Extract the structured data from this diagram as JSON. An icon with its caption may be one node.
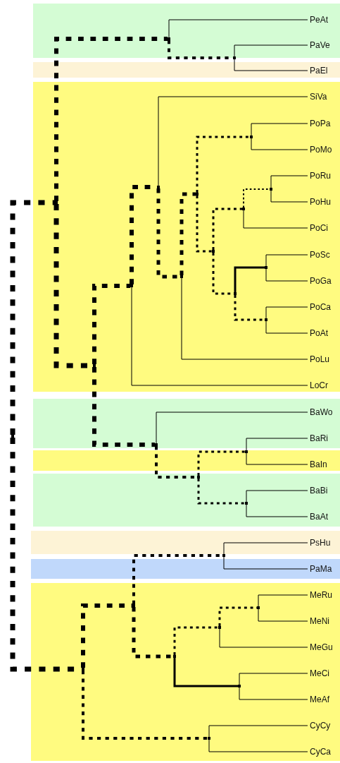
{
  "diagram": {
    "nodes": [
      {
        "text": [
          "PeAt"
        ]
      },
      {
        "text": [
          "PaVe"
        ]
      },
      {
        "text": [
          "PaEl"
        ]
      },
      {
        "text": [
          "SiVa"
        ]
      },
      {
        "text": [
          "PoPa"
        ]
      },
      {
        "text": [
          "PoMo"
        ]
      },
      {
        "text": [
          "PoRu"
        ]
      },
      {
        "text": [
          "PoHu"
        ]
      },
      {
        "text": [
          "PoCi"
        ]
      },
      {
        "text": [
          "PoSc"
        ]
      },
      {
        "text": [
          "PoGa"
        ]
      },
      {
        "text": [
          "PoCa"
        ]
      },
      {
        "text": [
          "PoAt"
        ]
      },
      {
        "text": [
          "PoLu"
        ]
      },
      {
        "text": [
          "LoCr"
        ]
      },
      {
        "text": [
          "BaWo"
        ]
      },
      {
        "text": [
          "BaRi"
        ]
      },
      {
        "text": [
          "BaIn"
        ]
      },
      {
        "text": [
          "BaBi"
        ]
      },
      {
        "text": [
          "BaAt"
        ]
      },
      {
        "text": [
          "PsHu"
        ]
      },
      {
        "text": [
          "PaMa"
        ]
      },
      {
        "text": [
          "MeRu"
        ]
      },
      {
        "text": [
          "MeNi"
        ]
      },
      {
        "text": [
          "MeGu"
        ]
      },
      {
        "text": [
          "MeCi"
        ]
      },
      {
        "text": [
          "MeAf"
        ]
      },
      {
        "text": [
          "CyCy"
        ]
      },
      {
        "text": [
          "CyCa"
        ]
      },
      {
        "text": [],
        "shape": "point"
      },
      {
        "text": [],
        "shape": "point"
      },
      {
        "text": [],
        "shape": "point"
      },
      {
        "text": [],
        "shape": "point"
      },
      {
        "text": [],
        "shape": "point"
      },
      {
        "text": [],
        "shape": "point"
      },
      {
        "text": [],
        "shape": "point"
      },
      {
        "text": [],
        "shape": "point"
      },
      {
        "text": [],
        "shape": "point"
      },
      {
        "text": [],
        "shape": "point"
      },
      {
        "text": [],
        "shape": "point"
      },
      {
        "text": [],
        "shape": "point"
      },
      {
        "text": [],
        "shape": "point"
      },
      {
        "text": [],
        "shape": "point"
      },
      {
        "text": [],
        "shape": "point"
      },
      {
        "text": [],
        "shape": "point"
      },
      {
        "text": [],
        "shape": "point"
      },
      {
        "text": [],
        "shape": "point"
      },
      {
        "text": [],
        "shape": "point"
      },
      {
        "text": [],
        "shape": "point"
      },
      {
        "text": [],
        "shape": "point"
      },
      {
        "text": [],
        "shape": "point"
      },
      {
        "text": [],
        "shape": "point"
      },
      {
        "text": [],
        "shape": "point"
      },
      {
        "text": [],
        "shape": "point"
      },
      {
        "text": [],
        "shape": "point"
      },
      {
        "text": [],
        "shape": "point"
      },
      {
        "text": [],
        "shape": "point"
      }
    ],
    "edges": [
      {
        "from": 29,
        "to": 1,
        "arrow": "none"
      },
      {
        "from": 29,
        "to": 2,
        "arrow": "none"
      },
      {
        "from": 30,
        "to": 0,
        "arrow": "none"
      },
      {
        "from": 30,
        "to": 29,
        "arrow": "none",
        "style": "dashed"
      },
      {
        "from": 31,
        "to": 4,
        "arrow": "none"
      },
      {
        "from": 31,
        "to": 5,
        "arrow": "none"
      },
      {
        "from": 32,
        "to": 6,
        "arrow": "none"
      },
      {
        "from": 32,
        "to": 7,
        "arrow": "none"
      },
      {
        "from": 33,
        "to": 32,
        "arrow": "none",
        "style": "dashed"
      },
      {
        "from": 33,
        "to": 8,
        "arrow": "none"
      },
      {
        "from": 34,
        "to": 9,
        "arrow": "none"
      },
      {
        "from": 34,
        "to": 10,
        "arrow": "none"
      },
      {
        "from": 35,
        "to": 11,
        "arrow": "none"
      },
      {
        "from": 35,
        "to": 12,
        "arrow": "none"
      },
      {
        "from": 36,
        "to": 34,
        "arrow": "none",
        "style": "thick"
      },
      {
        "from": 36,
        "to": 35,
        "arrow": "none",
        "style": "dashed"
      },
      {
        "from": 37,
        "to": 33,
        "arrow": "none",
        "style": "dashed"
      },
      {
        "from": 37,
        "to": 36,
        "arrow": "none",
        "style": "dashed"
      },
      {
        "from": 38,
        "to": 31,
        "arrow": "none",
        "style": "dashed"
      },
      {
        "from": 38,
        "to": 37,
        "arrow": "none",
        "style": "dashed"
      },
      {
        "from": 39,
        "to": 38,
        "arrow": "none",
        "style": "dashed"
      },
      {
        "from": 39,
        "to": 13,
        "arrow": "none"
      },
      {
        "from": 40,
        "to": 3,
        "arrow": "none"
      },
      {
        "from": 40,
        "to": 39,
        "arrow": "none",
        "style": "dashed"
      },
      {
        "from": 41,
        "to": 40,
        "arrow": "none",
        "style": "dashed"
      },
      {
        "from": 41,
        "to": 14,
        "arrow": "none"
      },
      {
        "from": 42,
        "to": 16,
        "arrow": "none"
      },
      {
        "from": 42,
        "to": 17,
        "arrow": "none"
      },
      {
        "from": 43,
        "to": 18,
        "arrow": "none"
      },
      {
        "from": 43,
        "to": 19,
        "arrow": "none"
      },
      {
        "from": 44,
        "to": 42,
        "arrow": "none",
        "style": "dashed"
      },
      {
        "from": 44,
        "to": 43,
        "arrow": "none",
        "style": "dashed"
      },
      {
        "from": 45,
        "to": 15,
        "arrow": "none"
      },
      {
        "from": 45,
        "to": 44,
        "arrow": "none",
        "style": "dashed"
      },
      {
        "from": 46,
        "to": 41,
        "arrow": "none",
        "style": "dashed"
      },
      {
        "from": 46,
        "to": 45,
        "arrow": "none",
        "style": "dashed"
      },
      {
        "from": 47,
        "to": 30,
        "arrow": "none",
        "style": "dashed"
      },
      {
        "from": 47,
        "to": 46,
        "arrow": "none",
        "style": "dashed"
      },
      {
        "from": 48,
        "to": 20,
        "arrow": "none"
      },
      {
        "from": 48,
        "to": 21,
        "arrow": "none"
      },
      {
        "from": 49,
        "to": 22,
        "arrow": "none"
      },
      {
        "from": 49,
        "to": 23,
        "arrow": "none"
      },
      {
        "from": 50,
        "to": 49,
        "arrow": "none",
        "style": "dashed"
      },
      {
        "from": 50,
        "to": 24,
        "arrow": "none"
      },
      {
        "from": 51,
        "to": 25,
        "arrow": "none"
      },
      {
        "from": 51,
        "to": 26,
        "arrow": "none"
      },
      {
        "from": 52,
        "to": 50,
        "arrow": "none",
        "style": "dashed"
      },
      {
        "from": 52,
        "to": 51,
        "arrow": "none",
        "style": "thick"
      },
      {
        "from": 53,
        "to": 27,
        "arrow": "none"
      },
      {
        "from": 53,
        "to": 28,
        "arrow": "none"
      },
      {
        "from": 54,
        "to": 48,
        "arrow": "none",
        "style": "dashed"
      },
      {
        "from": 54,
        "to": 52,
        "arrow": "none",
        "style": "dashed"
      },
      {
        "from": 55,
        "to": 54,
        "arrow": "none",
        "style": "dashed"
      },
      {
        "from": 55,
        "to": 53,
        "arrow": "none",
        "style": "dashed"
      },
      {
        "from": 56,
        "to": 47,
        "arrow": "none",
        "style": "dashed"
      },
      {
        "from": 56,
        "to": 55,
        "arrow": "none",
        "style": "dashed"
      }
    ]
  }
}
